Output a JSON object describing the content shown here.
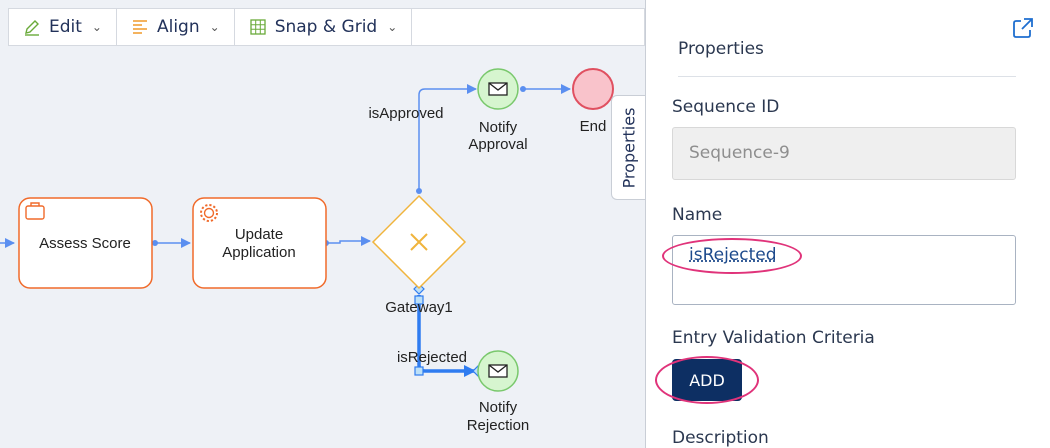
{
  "toolbar": {
    "edit_label": "Edit",
    "align_label": "Align",
    "snap_label": "Snap & Grid"
  },
  "diagram": {
    "assess_score": "Assess Score",
    "update_app_line1": "Update",
    "update_app_line2": "Application",
    "gateway_label": "Gateway1",
    "is_approved": "isApproved",
    "is_rejected": "isRejected",
    "notify_approval_line1": "Notify",
    "notify_approval_line2": "Approval",
    "end_label": "End",
    "notify_rejection_line1": "Notify",
    "notify_rejection_line2": "Rejection"
  },
  "panel": {
    "tab_label": "Properties",
    "title": "Properties",
    "sequence_id_label": "Sequence ID",
    "sequence_id_value": "Sequence-9",
    "name_label": "Name",
    "name_value": "isRejected",
    "entry_validation_label": "Entry Validation Criteria",
    "add_button": "ADD",
    "description_label": "Description"
  },
  "colors": {
    "accent": "#0d2f63",
    "task_border": "#f06a2a",
    "gateway": "#f0b43c",
    "event_start_fill": "#d6f5cf",
    "end_fill": "#f9c3cb",
    "flow": "#5b8ff0",
    "highlight": "#e0337a"
  }
}
